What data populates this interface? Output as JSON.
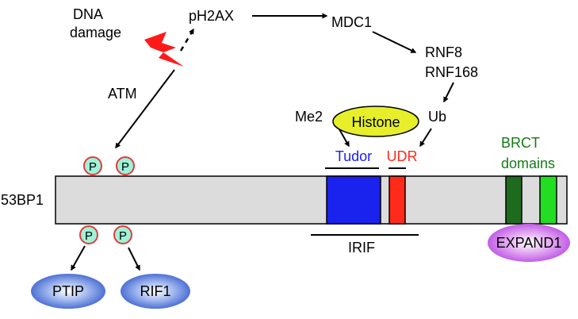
{
  "trigger": {
    "line1": "DNA",
    "line2": "damage"
  },
  "nodes": {
    "atm": "ATM",
    "ph2ax": "pH2AX",
    "mdc1": "MDC1",
    "rnf8": "RNF8",
    "rnf168": "RNF168",
    "histone": "Histone",
    "me2": "Me2",
    "ub": "Ub"
  },
  "protein": {
    "name": "53BP1",
    "domains": {
      "tudor": "Tudor",
      "udr": "UDR",
      "brct_line1": "BRCT",
      "brct_line2": "domains"
    },
    "irif": "IRIF",
    "phospho": "P"
  },
  "partners": {
    "ptip": "PTIP",
    "rif1": "RIF1",
    "expand1": "EXPAND1"
  },
  "colors": {
    "tudor": "#1a22ee",
    "udr": "#ff2a1a",
    "brct_text": "#157a15",
    "brct_dark": "#1e6b1e",
    "brct_light": "#22dd22",
    "histone_fill": "#e6ef2a",
    "protein_bar": "#dcdcdc",
    "lightning": "#ff1a1a",
    "phospho_fill": "#9ef2d8",
    "phospho_ring": "#e53a3a",
    "ptip_rif1": "#2a52c8",
    "expand1": "#b33ee0"
  }
}
